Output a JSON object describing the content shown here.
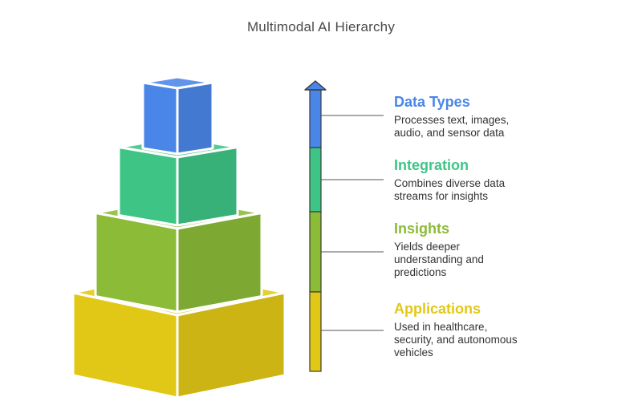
{
  "title": "Multimodal AI Hierarchy",
  "colors": {
    "blue": "#4a86e8",
    "green": "#3ec585",
    "lime": "#8bbb37",
    "yellow": "#e2c816",
    "outline": "#ffffff",
    "connector": "#555555"
  },
  "layers": [
    {
      "title": "Data Types",
      "description": "Processes text, images,\naudio, and sensor data",
      "color": "#4a86e8"
    },
    {
      "title": "Integration",
      "description": "Combines diverse data\nstreams for insights",
      "color": "#3ec585"
    },
    {
      "title": "Insights",
      "description": "Yields deeper\nunderstanding and\npredictions",
      "color": "#8bbb37"
    },
    {
      "title": "Applications",
      "description": "Used in healthcare,\nsecurity, and autonomous\nvehicles",
      "color": "#e2c816"
    }
  ]
}
